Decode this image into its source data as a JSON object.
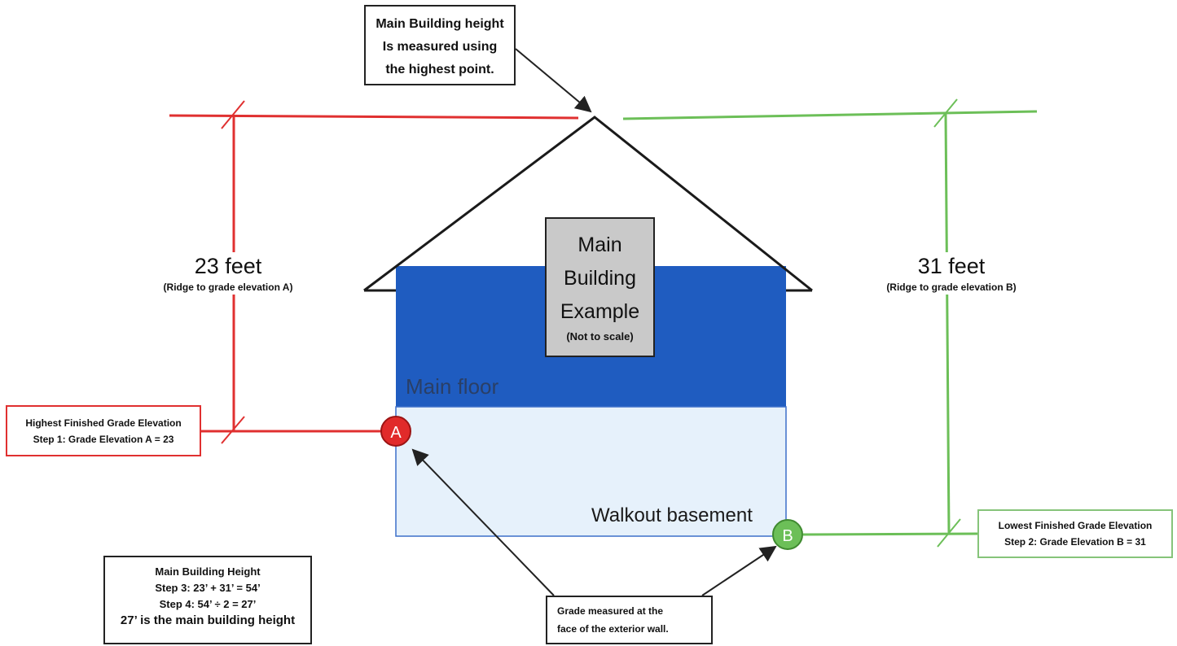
{
  "callout_top": {
    "line1": "Main Building height",
    "line2": "Is measured using",
    "line3": "the highest point."
  },
  "center_label": {
    "line1": "Main",
    "line2": "Building",
    "line3": "Example",
    "note": "(Not to scale)"
  },
  "measure_a": {
    "value": "23 feet",
    "note": "(Ridge to grade elevation A)"
  },
  "measure_b": {
    "value": "31 feet",
    "note": "(Ridge to grade elevation B)"
  },
  "floors": {
    "main": "Main floor",
    "basement": "Walkout basement"
  },
  "markers": {
    "a": "A",
    "b": "B"
  },
  "box_a": {
    "title": "Highest Finished Grade Elevation",
    "step": "Step 1: Grade Elevation A = 23"
  },
  "box_b": {
    "title": "Lowest Finished Grade Elevation",
    "step": "Step 2: Grade Elevation B = 31"
  },
  "box_height": {
    "title": "Main Building Height",
    "step3": "Step 3: 23’ + 31’ = 54’",
    "step4": "Step 4: 54’ ÷ 2 = 27’",
    "result": "27’ is the main building height"
  },
  "box_grade": {
    "line1": "Grade measured at the",
    "line2": "face of the exterior wall."
  },
  "colors": {
    "red": "#e03030",
    "green": "#6cbf58",
    "main_floor": "#1f5cc0",
    "basement": "#e6f1fb",
    "label_gray": "#c9c9c9"
  }
}
